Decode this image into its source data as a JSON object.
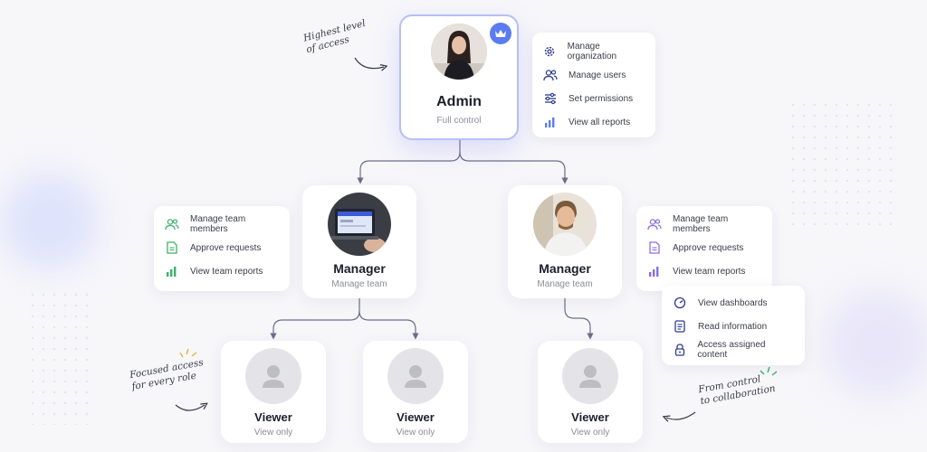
{
  "colors": {
    "accent_blue": "#5b7cf0",
    "green": "#3bb26a",
    "purple": "#8a6ee0",
    "navy": "#2f3b8f",
    "connector": "#6b6e8a"
  },
  "admin": {
    "title": "Admin",
    "subtitle": "Full control",
    "badge_icon": "crown-icon",
    "permissions": [
      {
        "icon": "gear-icon",
        "label": "Manage organization"
      },
      {
        "icon": "users-icon",
        "label": "Manage users"
      },
      {
        "icon": "sliders-icon",
        "label": "Set permissions"
      },
      {
        "icon": "bar-chart-icon",
        "label": "View all reports"
      }
    ]
  },
  "managers": [
    {
      "title": "Manager",
      "subtitle": "Manage team"
    },
    {
      "title": "Manager",
      "subtitle": "Manage team"
    }
  ],
  "manager_left_permissions": [
    {
      "icon": "users-icon",
      "label": "Manage team members"
    },
    {
      "icon": "document-icon",
      "label": "Approve requests"
    },
    {
      "icon": "bar-chart-icon",
      "label": "View team reports"
    }
  ],
  "manager_right_permissions": [
    {
      "icon": "users-icon",
      "label": "Manage team members"
    },
    {
      "icon": "document-icon",
      "label": "Approve requests"
    },
    {
      "icon": "bar-chart-icon",
      "label": "View team reports"
    }
  ],
  "viewer_permissions": [
    {
      "icon": "gauge-icon",
      "label": "View dashboards"
    },
    {
      "icon": "document-icon",
      "label": "Read information"
    },
    {
      "icon": "lock-icon",
      "label": "Access assigned content"
    }
  ],
  "viewers": [
    {
      "title": "Viewer",
      "subtitle": "View only"
    },
    {
      "title": "Viewer",
      "subtitle": "View only"
    },
    {
      "title": "Viewer",
      "subtitle": "View only"
    }
  ],
  "annotations": {
    "top": [
      "Highest level",
      "of access"
    ],
    "left": [
      "Focused access",
      "for every role"
    ],
    "right": [
      "From control",
      "to collaboration"
    ]
  }
}
